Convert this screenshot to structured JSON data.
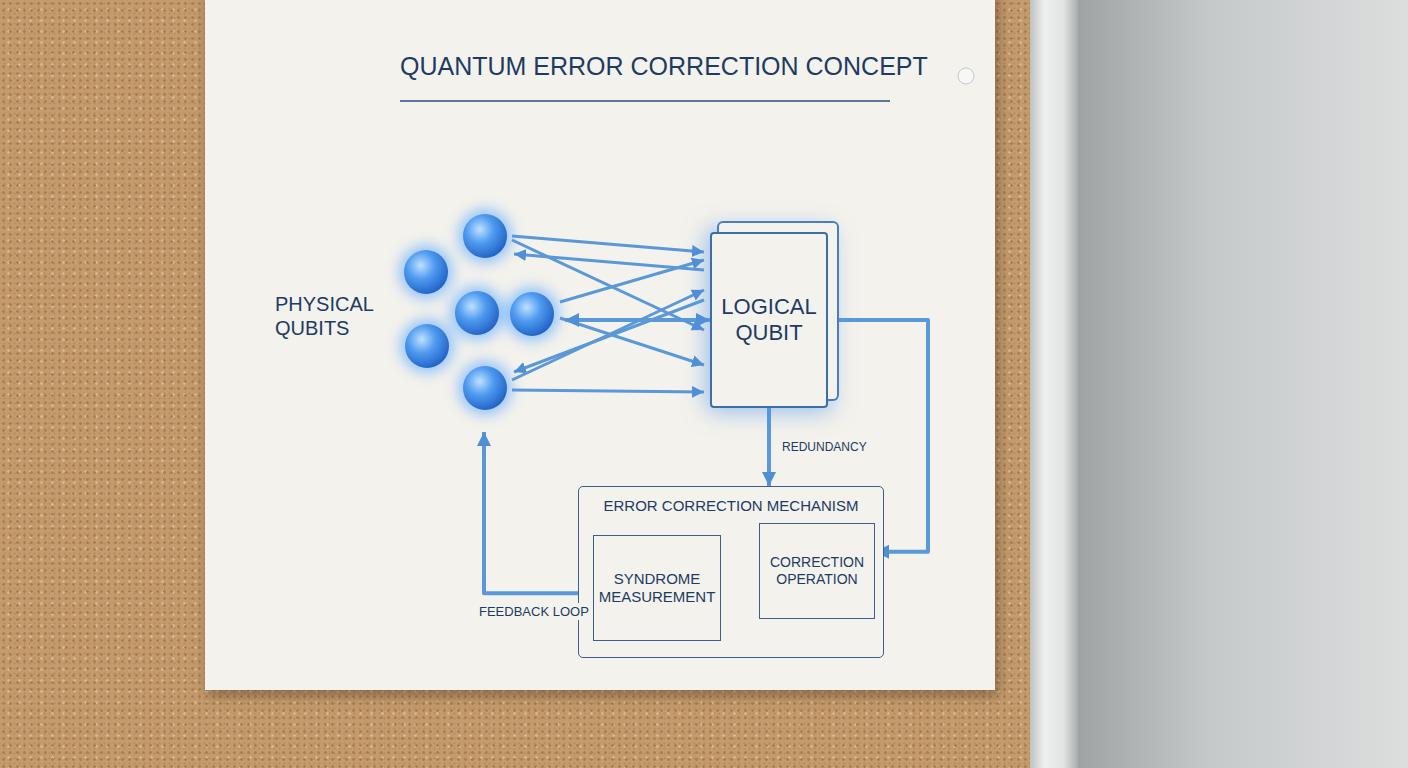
{
  "diagram": {
    "title": "QUANTUM ERROR CORRECTION CONCEPT",
    "nodes": [
      {
        "text": [
          "PHYSICAL QUBITS"
        ]
      },
      {
        "text": [
          "LOGICAL QUBIT"
        ]
      },
      {
        "text": [
          "ERROR CORRECTION MECHANISM"
        ]
      },
      {
        "text": [
          "SYNDROME MEASUREMENT"
        ],
        "in": 2
      },
      {
        "text": [
          "CORRECTION OPERATION"
        ],
        "in": 2
      }
    ],
    "edges": [
      {
        "from": 0,
        "to": 1,
        "arrow": "both"
      },
      {
        "from": 1,
        "to": 2,
        "label": "REDUNDANCY",
        "arrow": "to"
      },
      {
        "from": 1,
        "to": 4,
        "arrow": "to"
      },
      {
        "from": 3,
        "to": 4,
        "arrow": "to"
      },
      {
        "from": 4,
        "to": 3,
        "arrow": "to"
      },
      {
        "from": 3,
        "to": 0,
        "label": "FEEDBACK LOOP",
        "arrow": "to"
      }
    ]
  }
}
